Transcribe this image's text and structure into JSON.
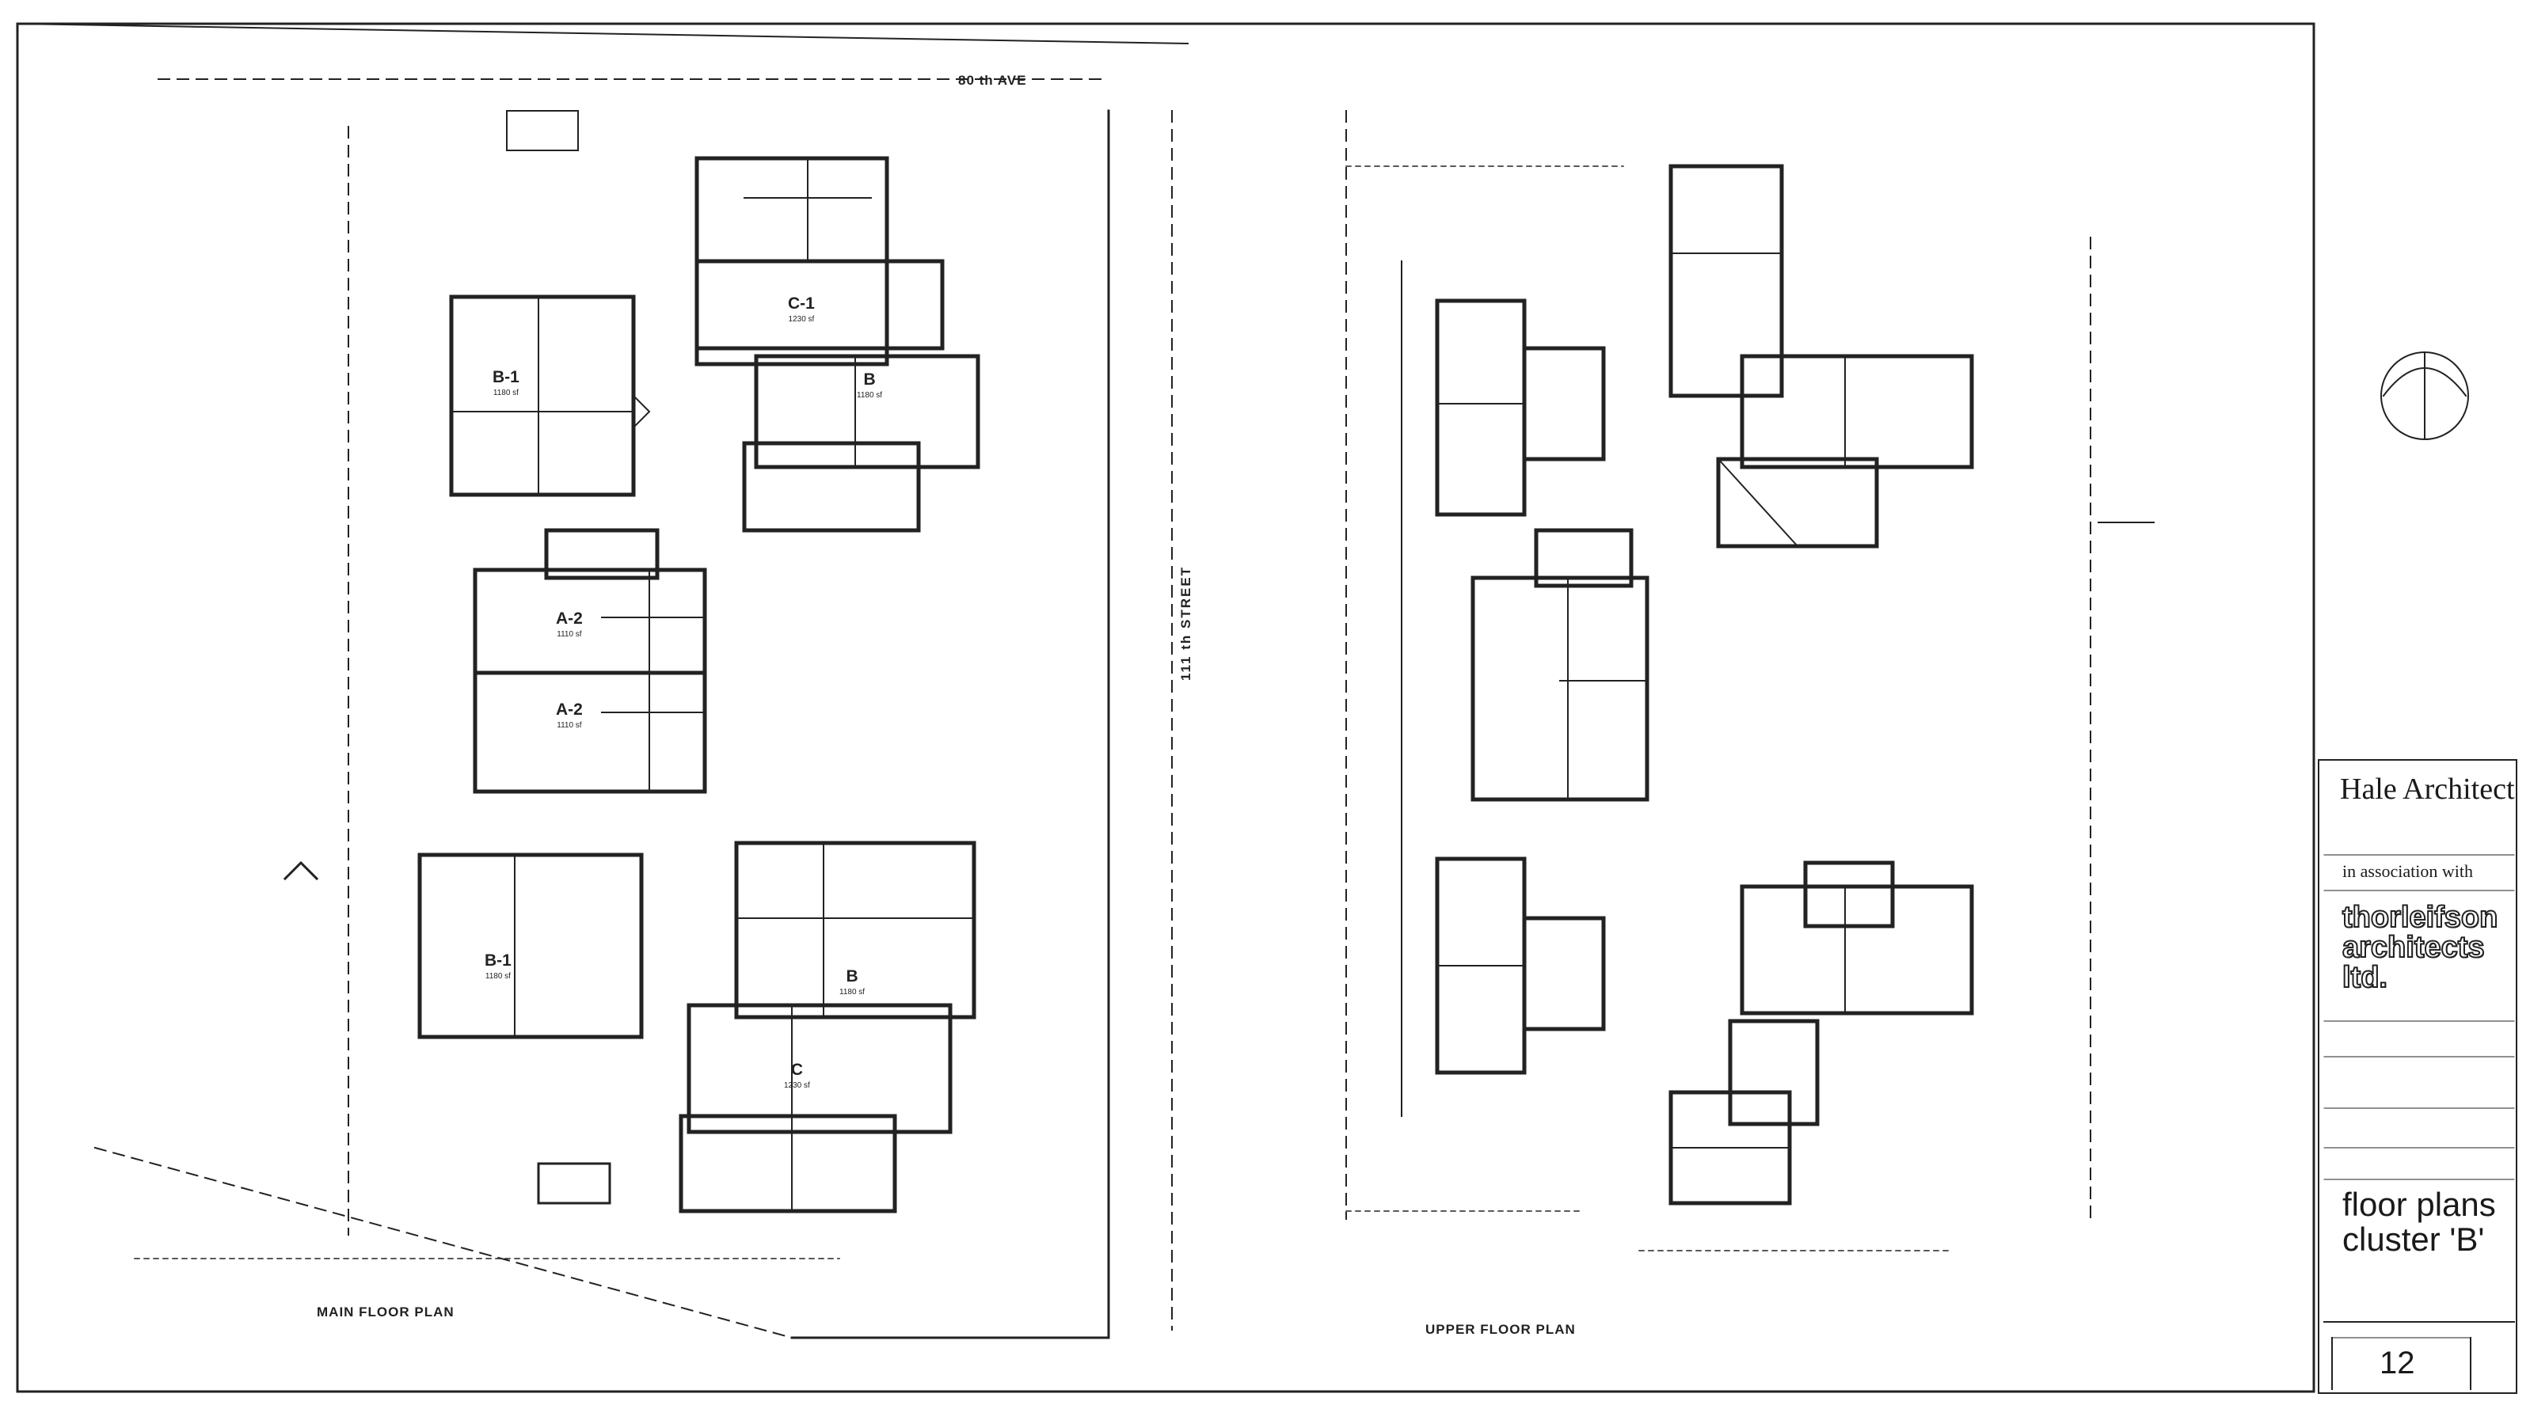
{
  "street_labels": {
    "avenue": "80 th AVE",
    "street": "111 th STREET"
  },
  "plan_labels": {
    "main": "MAIN FLOOR PLAN",
    "upper": "UPPER FLOOR PLAN"
  },
  "units": [
    {
      "name": "C-1",
      "area": "1230 sf"
    },
    {
      "name": "B-1",
      "area": "1180 sf"
    },
    {
      "name": "B",
      "area": "1180 sf"
    },
    {
      "name": "A-2",
      "area": "1110 sf"
    },
    {
      "name": "A-2",
      "area": "1110 sf"
    },
    {
      "name": "B-1",
      "area": "1180 sf"
    },
    {
      "name": "B",
      "area": "1180 sf"
    },
    {
      "name": "C",
      "area": "1230 sf"
    }
  ],
  "title_block": {
    "architect": "Hale Architect",
    "association": "in association with",
    "partner_logo": "thorleifson\narchitects\nltd.",
    "sheet_title": "floor plans\ncluster 'B'",
    "sheet_number": "12"
  }
}
